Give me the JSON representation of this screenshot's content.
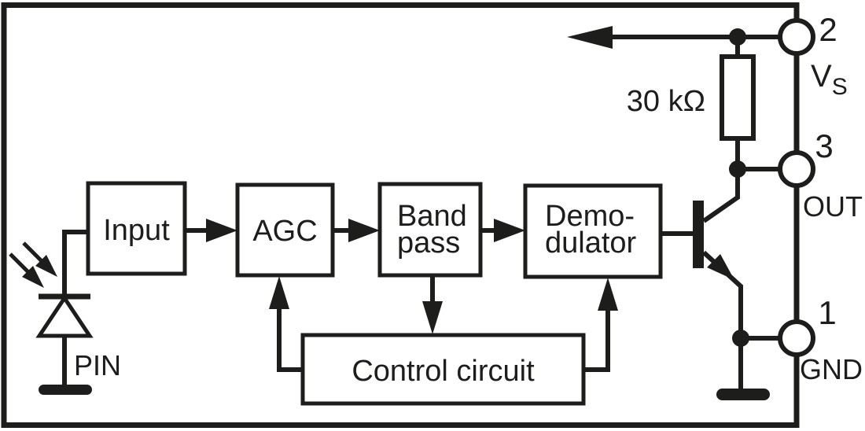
{
  "diagram": {
    "blocks": {
      "input": {
        "label": "Input"
      },
      "agc": {
        "label": "AGC"
      },
      "bandpass": {
        "line1": "Band",
        "line2": "pass"
      },
      "demodulator": {
        "line1": "Demo-",
        "line2": "dulator"
      },
      "control_circuit": {
        "label": "Control circuit"
      }
    },
    "components": {
      "resistor_value": "30 kΩ",
      "photodiode_label": "PIN"
    },
    "pins": {
      "supply": {
        "number": "2",
        "name": "V",
        "name_subscript": "S"
      },
      "output": {
        "number": "3",
        "name": "OUT"
      },
      "ground": {
        "number": "1",
        "name": "GND"
      }
    },
    "colors": {
      "ink": "#1d1d1b",
      "background": "#ffffff"
    }
  }
}
